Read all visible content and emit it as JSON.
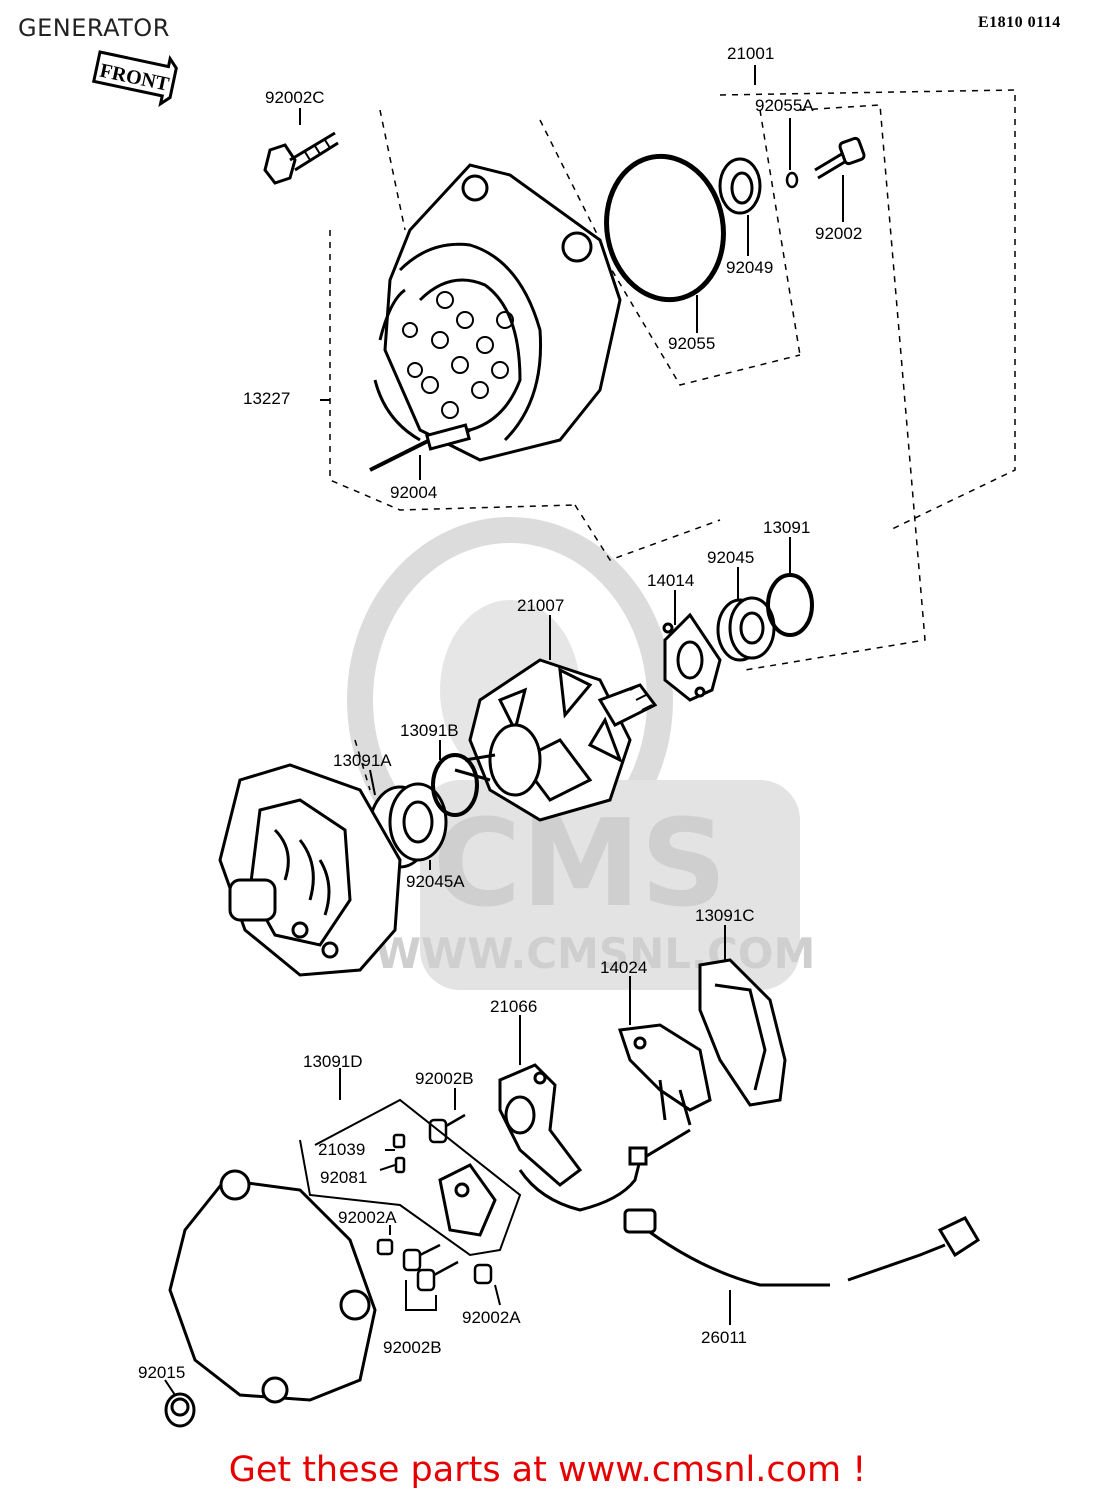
{
  "header": {
    "title": "GENERATOR",
    "doc_code": "E1810 0114"
  },
  "front_tag": "FRONT",
  "watermark": {
    "brand": "CMS",
    "url": "WWW.CMSNL.COM",
    "color": "#d9d9d9"
  },
  "parts": [
    {
      "id": "21001"
    },
    {
      "id": "92002C"
    },
    {
      "id": "92055A"
    },
    {
      "id": "92002"
    },
    {
      "id": "92049"
    },
    {
      "id": "92055"
    },
    {
      "id": "13227"
    },
    {
      "id": "92004"
    },
    {
      "id": "13091"
    },
    {
      "id": "92045"
    },
    {
      "id": "14014"
    },
    {
      "id": "21007"
    },
    {
      "id": "13091B"
    },
    {
      "id": "13091A"
    },
    {
      "id": "92045A"
    },
    {
      "id": "13091C"
    },
    {
      "id": "14024"
    },
    {
      "id": "21066"
    },
    {
      "id": "13091D"
    },
    {
      "id": "92002B"
    },
    {
      "id": "21039"
    },
    {
      "id": "92081"
    },
    {
      "id": "92002A"
    },
    {
      "id": "92002A"
    },
    {
      "id": "92002B"
    },
    {
      "id": "26011"
    },
    {
      "id": "92015"
    }
  ],
  "footer": {
    "text": "Get these parts at www.cmsnl.com !",
    "color": "#e60000"
  }
}
